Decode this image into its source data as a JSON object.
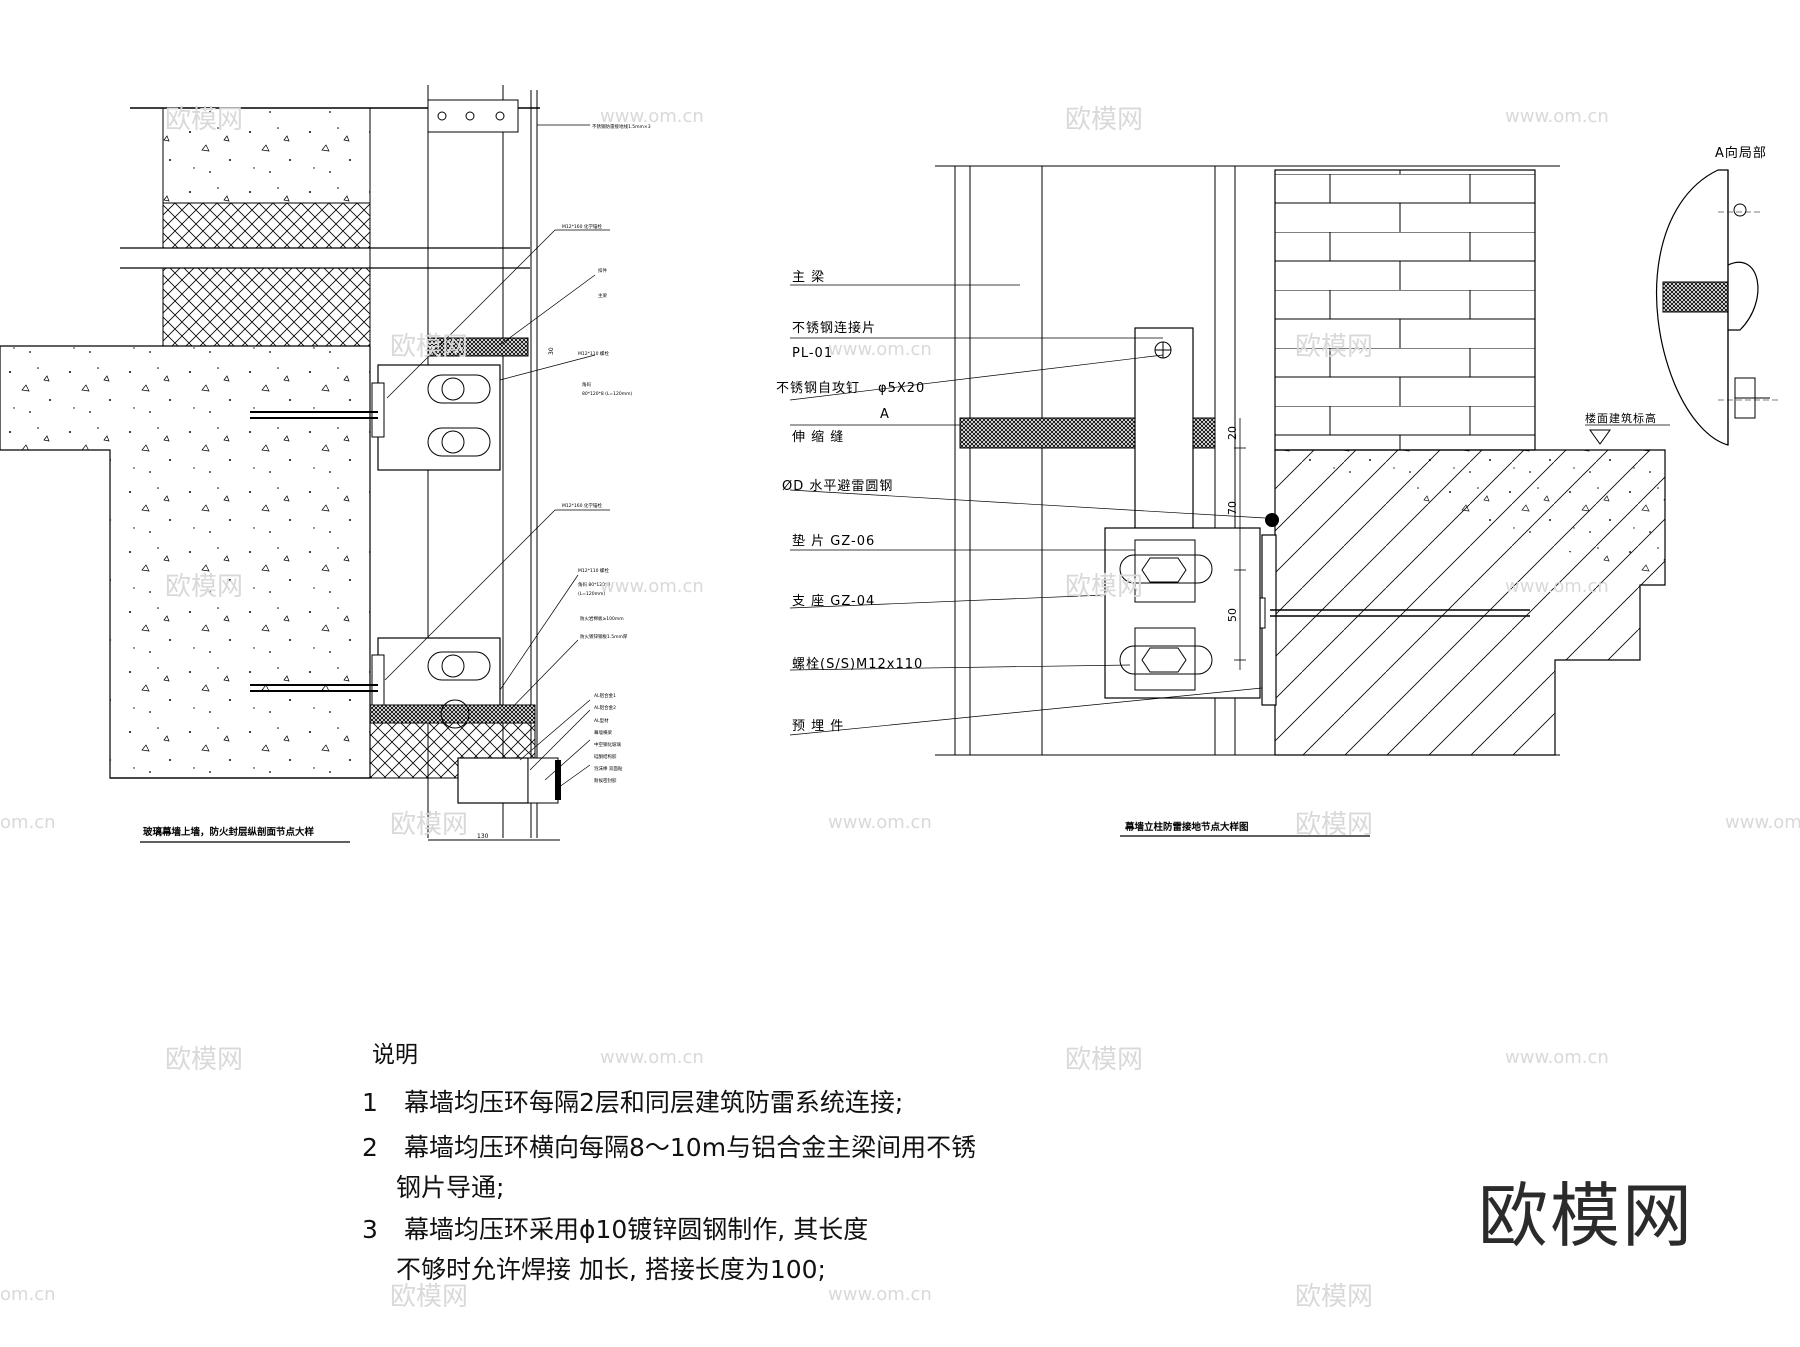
{
  "left_drawing": {
    "title": "玻璃幕墙上墙，防火封层纵剖面节点大样",
    "labels": {
      "top_note": "不锈钢防雷接地线1.5mm×3",
      "anchor_top": "M12*160 化学锚栓",
      "item_a": "扣件",
      "item_b": "主梁",
      "bolt_top": "M12*110 螺栓",
      "angle_top": "角码",
      "angle_top_size": "80*120*8 (L=120mm)",
      "anchor_bottom": "M12*160 化学锚栓",
      "bolt_bottom": "M12*110 螺栓",
      "angle_bottom": "角码 80*120*8",
      "angle_bottom_len": "(L=120mm)",
      "fire_board": "防火岩棉板≥100mm",
      "steel_plate": "防火镀锌钢板1.5mm厚",
      "profile_1": "AL铝合金1",
      "profile_2": "AL铝合金2",
      "profile_3": "AL型材",
      "profile_4": "幕墙横梁",
      "profile_5": "中空钢化玻璃",
      "profile_6": "硅酮结构胶",
      "profile_7": "泡沫棒 双面贴",
      "profile_8": "耐候密封胶"
    },
    "dims": {
      "d1": "30",
      "d2": "130"
    }
  },
  "right_drawing": {
    "title": "幕墙立柱防雷接地节点大样图",
    "labels": {
      "l1": "主     梁",
      "l2": "不锈钢连接片",
      "l2b": "PL-01",
      "l3": "不锈钢自攻钉",
      "l3b": "φ5X20",
      "l3c": "A",
      "l4": "伸     缩     缝",
      "l5": "ØD 水平避雷圆钢",
      "l6": "垫  片  GZ-06",
      "l7": "支  座  GZ-04",
      "l8": "螺栓(S/S)M12x110",
      "l9": "预     埋     件",
      "floor": "楼面建筑标高"
    },
    "dims": {
      "d20": "20",
      "d70": "70",
      "d50": "50"
    },
    "detail_title": "A向局部"
  },
  "notes": {
    "heading": "说明",
    "items": [
      {
        "num": "1",
        "text": "幕墙均压环每隔2层和同层建筑防雷系统连接;"
      },
      {
        "num": "2",
        "text": "幕墙均压环横向每隔8～10m与铝合金主梁间用不锈"
      },
      {
        "num": "",
        "text": "钢片导通;"
      },
      {
        "num": "3",
        "text": "幕墙均压环采用ϕ10镀锌圆钢制作, 其长度"
      },
      {
        "num": "",
        "text": "不够时允许焊接        加长, 搭接长度为100;"
      }
    ]
  },
  "watermarks": {
    "brand": "欧模网",
    "domain": "www.om.cn",
    "domain_short": "om.cn"
  },
  "logo": "欧模网"
}
